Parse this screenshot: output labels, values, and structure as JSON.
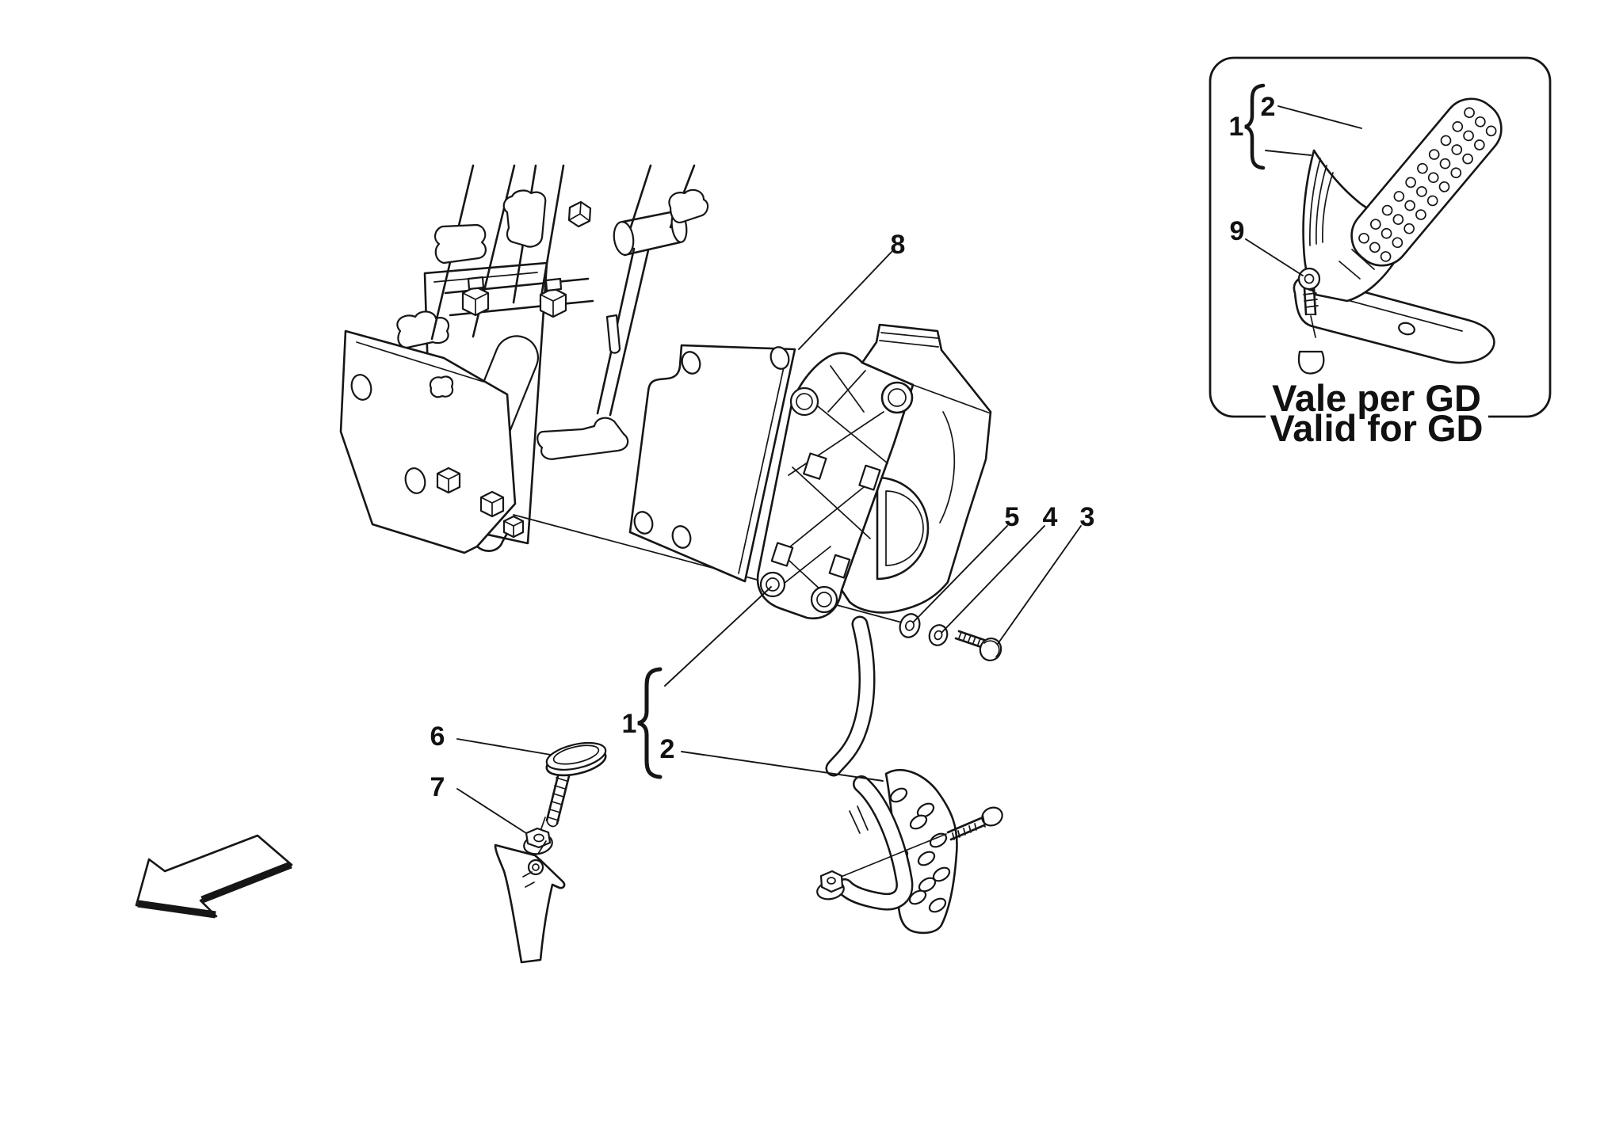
{
  "page": {
    "background": "#ffffff",
    "line_color": "#161616",
    "description": "Exploded parts diagram of an electronic accelerator pedal assembly"
  },
  "main_diagram": {
    "callouts": [
      {
        "label": "1"
      },
      {
        "label": "2"
      },
      {
        "label": "3"
      },
      {
        "label": "4"
      },
      {
        "label": "5"
      },
      {
        "label": "6"
      },
      {
        "label": "7"
      },
      {
        "label": "8"
      }
    ]
  },
  "inset": {
    "callouts": [
      {
        "label": "1"
      },
      {
        "label": "2"
      },
      {
        "label": "9"
      }
    ],
    "caption": {
      "line1": "Vale per GD",
      "line2": "Valid for GD"
    }
  }
}
